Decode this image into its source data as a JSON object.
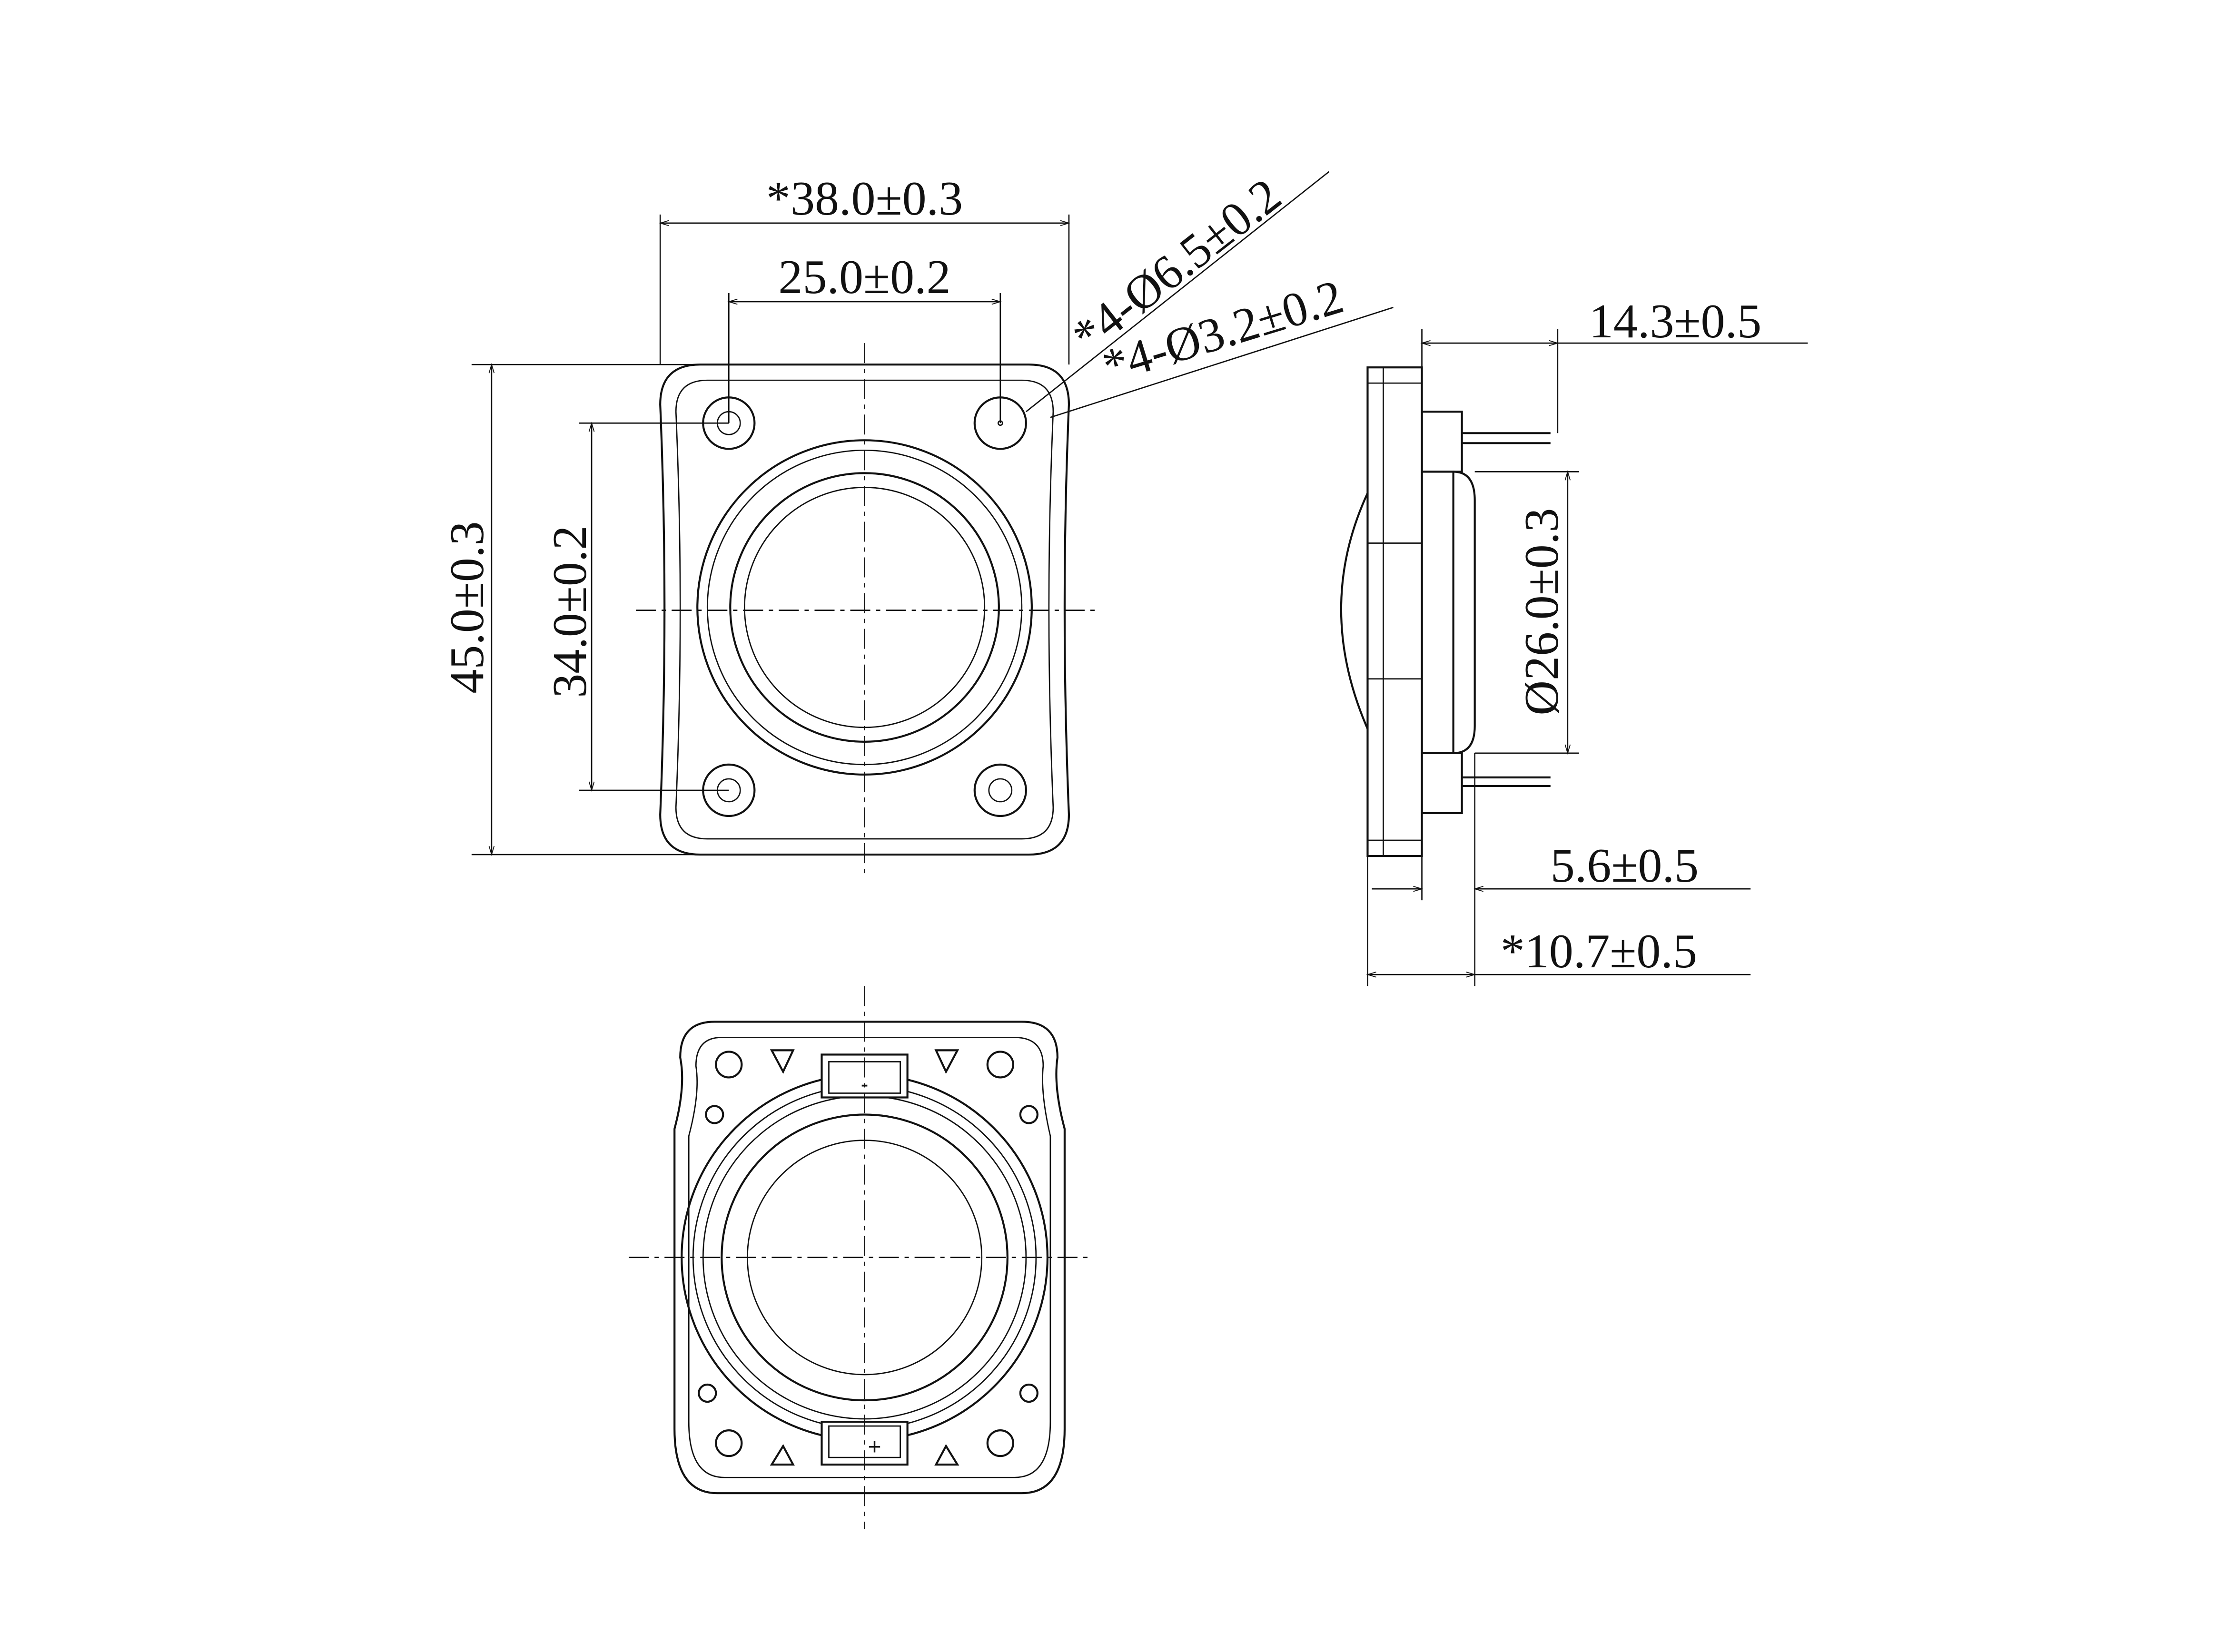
{
  "title": "Speaker mechanical drawing",
  "dimensions": {
    "overall_width": "*38.0±0.3",
    "hole_spacing_x": "25.0±0.2",
    "outer_hole_dia": "*4-Ø6.5±0.2",
    "inner_hole_dia": "*4-Ø3.2±0.2",
    "overall_height": "45.0±0.3",
    "hole_spacing_y": "34.0±0.2",
    "terminal_depth": "14.3±0.5",
    "dome_dia": "Ø26.0±0.3",
    "dome_height": "5.6±0.5",
    "total_depth": "*10.7±0.5"
  },
  "terminals": {
    "negative": "-",
    "positive": "+"
  },
  "colors": {
    "line": "#111111",
    "background": "#ffffff"
  }
}
